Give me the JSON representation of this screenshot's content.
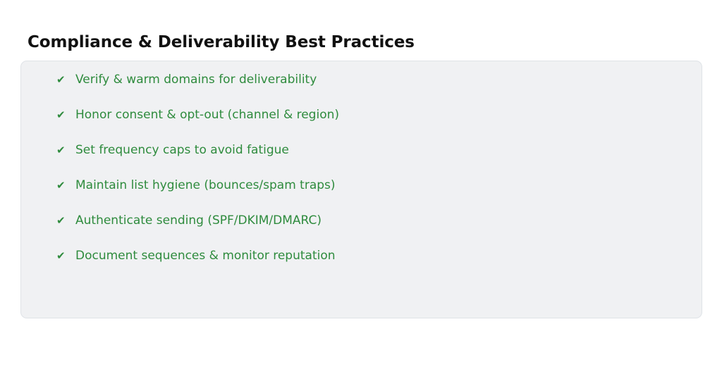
{
  "document": {
    "title": "Compliance & Deliverability Best Practices",
    "background_color": "#ffffff"
  },
  "panel": {
    "background_color": "#f0f1f3",
    "border_color": "#dfe3e7",
    "accent_color": "#2e8b3d",
    "bullet_icon": "✔",
    "items": [
      {
        "marker": "✔",
        "text": "Verify & warm domains for deliverability"
      },
      {
        "marker": "✔",
        "text": "Honor consent & opt-out (channel & region)"
      },
      {
        "marker": "✔",
        "text": "Set frequency caps to avoid fatigue"
      },
      {
        "marker": "✔",
        "text": "Maintain list hygiene (bounces/spam traps)"
      },
      {
        "marker": "✔",
        "text": "Authenticate sending (SPF/DKIM/DMARC)"
      },
      {
        "marker": "✔",
        "text": "Document sequences & monitor reputation"
      }
    ]
  }
}
